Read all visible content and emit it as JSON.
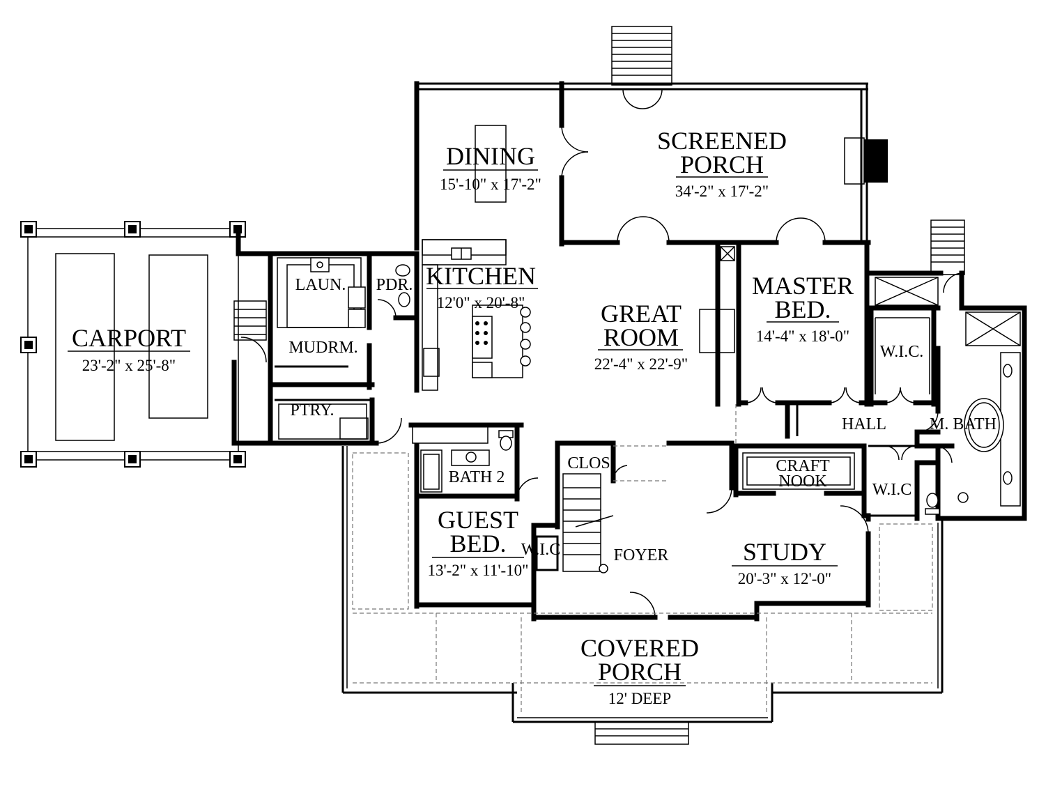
{
  "rooms": {
    "carport": {
      "name": "CARPORT",
      "dims": "23'-2\" x 25'-8\""
    },
    "dining": {
      "name": "DINING",
      "dims": "15'-10\" x 17'-2\""
    },
    "screened_porch": {
      "name_line1": "SCREENED",
      "name_line2": "PORCH",
      "dims": "34'-2\" x 17'-2\""
    },
    "kitchen": {
      "name": "KITCHEN",
      "dims": "12'0\" x 20'-8\""
    },
    "great_room": {
      "name_line1": "GREAT",
      "name_line2": "ROOM",
      "dims": "22'-4\" x 22'-9\""
    },
    "master_bed": {
      "name_line1": "MASTER",
      "name_line2": "BED.",
      "dims": "14'-4\" x 18'-0\""
    },
    "laundry": {
      "name": "LAUN."
    },
    "powder": {
      "name": "PDR."
    },
    "mudroom": {
      "name": "MUDRM."
    },
    "pantry": {
      "name": "PTRY."
    },
    "wic_master": {
      "name": "W.I.C."
    },
    "hall": {
      "name": "HALL"
    },
    "master_bath": {
      "name": "M. BATH"
    },
    "bath2": {
      "name": "BATH 2"
    },
    "closet": {
      "name": "CLOS."
    },
    "craft_nook": {
      "name_line1": "CRAFT",
      "name_line2": "NOOK"
    },
    "wic_bath": {
      "name": "W.I.C"
    },
    "guest_bed": {
      "name_line1": "GUEST",
      "name_line2": "BED.",
      "dims": "13'-2\" x 11'-10\""
    },
    "wic_guest": {
      "name": "W.I.C"
    },
    "foyer": {
      "name": "FOYER"
    },
    "study": {
      "name": "STUDY",
      "dims": "20'-3\" x 12'-0\""
    },
    "covered_porch": {
      "name_line1": "COVERED",
      "name_line2": "PORCH",
      "depth": "12' DEEP"
    }
  }
}
